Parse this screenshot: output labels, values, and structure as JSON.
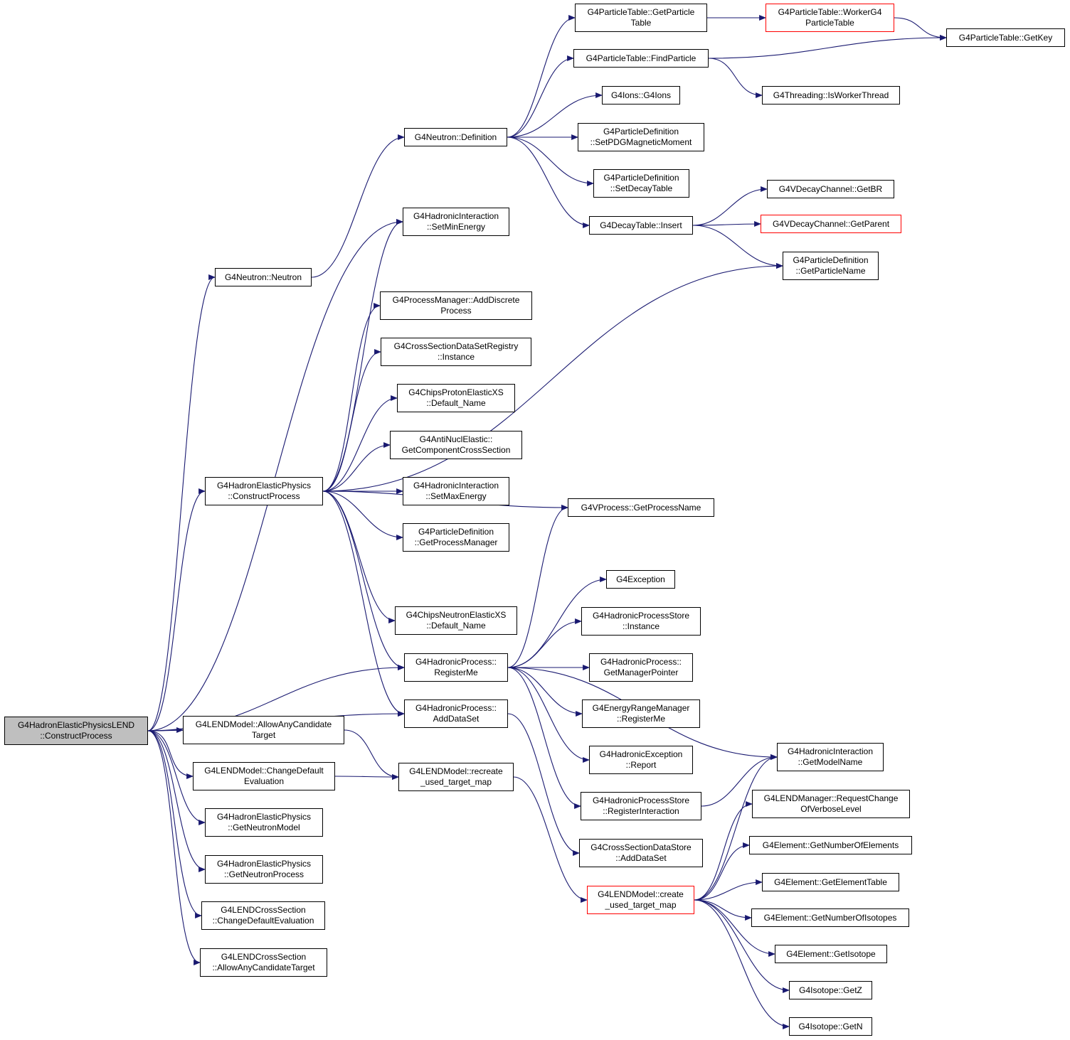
{
  "colors": {
    "edge": "#191970",
    "border": "#000000",
    "truncated": "#ff0000",
    "root_fill": "#bfbfbf"
  },
  "nodes": [
    {
      "id": "root",
      "lines": [
        "G4HadronElasticPhysicsLEND",
        "::ConstructProcess"
      ],
      "style": "root"
    },
    {
      "id": "neutron-ctor",
      "lines": [
        "G4Neutron::Neutron"
      ]
    },
    {
      "id": "neutron-def",
      "lines": [
        "G4Neutron::Definition"
      ]
    },
    {
      "id": "pt-getparticletable",
      "lines": [
        "G4ParticleTable::GetParticle",
        "Table"
      ]
    },
    {
      "id": "pt-workerg4",
      "lines": [
        "G4ParticleTable::WorkerG4",
        "ParticleTable"
      ],
      "style": "red"
    },
    {
      "id": "pt-getkey",
      "lines": [
        "G4ParticleTable::GetKey"
      ]
    },
    {
      "id": "pt-findparticle",
      "lines": [
        "G4ParticleTable::FindParticle"
      ]
    },
    {
      "id": "threading-isworker",
      "lines": [
        "G4Threading::IsWorkerThread"
      ]
    },
    {
      "id": "ions-ctor",
      "lines": [
        "G4Ions::G4Ions"
      ]
    },
    {
      "id": "pd-setmagmoment",
      "lines": [
        "G4ParticleDefinition",
        "::SetPDGMagneticMoment"
      ]
    },
    {
      "id": "pd-setdecaytable",
      "lines": [
        "G4ParticleDefinition",
        "::SetDecayTable"
      ]
    },
    {
      "id": "decaytable-insert",
      "lines": [
        "G4DecayTable::Insert"
      ]
    },
    {
      "id": "vdc-getbr",
      "lines": [
        "G4VDecayChannel::GetBR"
      ]
    },
    {
      "id": "vdc-getparent",
      "lines": [
        "G4VDecayChannel::GetParent"
      ],
      "style": "red"
    },
    {
      "id": "pd-getparticlename",
      "lines": [
        "G4ParticleDefinition",
        "::GetParticleName"
      ]
    },
    {
      "id": "hi-setminenergy",
      "lines": [
        "G4HadronicInteraction",
        "::SetMinEnergy"
      ]
    },
    {
      "id": "pm-adddiscrete",
      "lines": [
        "G4ProcessManager::AddDiscrete",
        "Process"
      ]
    },
    {
      "id": "csdsr-instance",
      "lines": [
        "G4CrossSectionDataSetRegistry",
        "::Instance"
      ]
    },
    {
      "id": "chips-proton",
      "lines": [
        "G4ChipsProtonElasticXS",
        "::Default_Name"
      ]
    },
    {
      "id": "antinucl",
      "lines": [
        "G4AntiNuclElastic::",
        "GetComponentCrossSection"
      ]
    },
    {
      "id": "hep-construct",
      "lines": [
        "G4HadronElasticPhysics",
        "::ConstructProcess"
      ]
    },
    {
      "id": "hi-setmaxenergy",
      "lines": [
        "G4HadronicInteraction",
        "::SetMaxEnergy"
      ]
    },
    {
      "id": "pd-getprocessmanager",
      "lines": [
        "G4ParticleDefinition",
        "::GetProcessManager"
      ]
    },
    {
      "id": "vp-getprocessname",
      "lines": [
        "G4VProcess::GetProcessName"
      ]
    },
    {
      "id": "exception",
      "lines": [
        "G4Exception"
      ]
    },
    {
      "id": "chips-neutron",
      "lines": [
        "G4ChipsNeutronElasticXS",
        "::Default_Name"
      ]
    },
    {
      "id": "hps-instance",
      "lines": [
        "G4HadronicProcessStore",
        "::Instance"
      ]
    },
    {
      "id": "hp-registerme",
      "lines": [
        "G4HadronicProcess::",
        "RegisterMe"
      ]
    },
    {
      "id": "hp-getmanager",
      "lines": [
        "G4HadronicProcess::",
        "GetManagerPointer"
      ]
    },
    {
      "id": "hp-adddataset",
      "lines": [
        "G4HadronicProcess::",
        "AddDataSet"
      ]
    },
    {
      "id": "erm-registerme",
      "lines": [
        "G4EnergyRangeManager",
        "::RegisterMe"
      ]
    },
    {
      "id": "lendmodel-allowany",
      "lines": [
        "G4LENDModel::AllowAnyCandidate",
        "Target"
      ]
    },
    {
      "id": "hi-getmodelname",
      "lines": [
        "G4HadronicInteraction",
        "::GetModelName"
      ]
    },
    {
      "id": "hexc-report",
      "lines": [
        "G4HadronicException",
        "::Report"
      ]
    },
    {
      "id": "lendmodel-changedefault",
      "lines": [
        "G4LENDModel::ChangeDefault",
        "Evaluation"
      ]
    },
    {
      "id": "lendmodel-recreate",
      "lines": [
        "G4LENDModel::recreate",
        "_used_target_map"
      ]
    },
    {
      "id": "hps-registerinteraction",
      "lines": [
        "G4HadronicProcessStore",
        "::RegisterInteraction"
      ]
    },
    {
      "id": "lendmanager-request",
      "lines": [
        "G4LENDManager::RequestChange",
        "OfVerboseLevel"
      ]
    },
    {
      "id": "hep-getneutronmodel",
      "lines": [
        "G4HadronElasticPhysics",
        "::GetNeutronModel"
      ]
    },
    {
      "id": "csds-adddataset",
      "lines": [
        "G4CrossSectionDataStore",
        "::AddDataSet"
      ]
    },
    {
      "id": "element-getnumelements",
      "lines": [
        "G4Element::GetNumberOfElements"
      ]
    },
    {
      "id": "hep-getneutronprocess",
      "lines": [
        "G4HadronElasticPhysics",
        "::GetNeutronProcess"
      ]
    },
    {
      "id": "element-gettable",
      "lines": [
        "G4Element::GetElementTable"
      ]
    },
    {
      "id": "lendmodel-create",
      "lines": [
        "G4LENDModel::create",
        "_used_target_map"
      ],
      "style": "red"
    },
    {
      "id": "lendcs-changedefault",
      "lines": [
        "G4LENDCrossSection",
        "::ChangeDefaultEvaluation"
      ]
    },
    {
      "id": "element-getnumisotopes",
      "lines": [
        "G4Element::GetNumberOfIsotopes"
      ]
    },
    {
      "id": "element-getisotope",
      "lines": [
        "G4Element::GetIsotope"
      ]
    },
    {
      "id": "lendcs-allowany",
      "lines": [
        "G4LENDCrossSection",
        "::AllowAnyCandidateTarget"
      ]
    },
    {
      "id": "isotope-getz",
      "lines": [
        "G4Isotope::GetZ"
      ]
    },
    {
      "id": "isotope-getn",
      "lines": [
        "G4Isotope::GetN"
      ]
    }
  ],
  "edges": [
    [
      "root",
      "neutron-ctor"
    ],
    [
      "root",
      "hi-setminenergy"
    ],
    [
      "root",
      "hep-construct"
    ],
    [
      "root",
      "hp-registerme"
    ],
    [
      "root",
      "hp-adddataset"
    ],
    [
      "root",
      "lendmodel-allowany"
    ],
    [
      "root",
      "lendmodel-changedefault"
    ],
    [
      "root",
      "hep-getneutronmodel"
    ],
    [
      "root",
      "hep-getneutronprocess"
    ],
    [
      "root",
      "lendcs-changedefault"
    ],
    [
      "root",
      "lendcs-allowany"
    ],
    [
      "neutron-ctor",
      "neutron-def"
    ],
    [
      "neutron-def",
      "pt-getparticletable"
    ],
    [
      "neutron-def",
      "pt-findparticle"
    ],
    [
      "neutron-def",
      "ions-ctor"
    ],
    [
      "neutron-def",
      "pd-setmagmoment"
    ],
    [
      "neutron-def",
      "pd-setdecaytable"
    ],
    [
      "neutron-def",
      "decaytable-insert"
    ],
    [
      "pt-getparticletable",
      "pt-workerg4"
    ],
    [
      "pt-workerg4",
      "pt-getkey"
    ],
    [
      "pt-findparticle",
      "pt-getkey"
    ],
    [
      "pt-findparticle",
      "threading-isworker"
    ],
    [
      "decaytable-insert",
      "vdc-getbr"
    ],
    [
      "decaytable-insert",
      "vdc-getparent"
    ],
    [
      "decaytable-insert",
      "pd-getparticlename"
    ],
    [
      "hep-construct",
      "hi-setminenergy"
    ],
    [
      "hep-construct",
      "pd-getparticlename"
    ],
    [
      "hep-construct",
      "pm-adddiscrete"
    ],
    [
      "hep-construct",
      "csdsr-instance"
    ],
    [
      "hep-construct",
      "chips-proton"
    ],
    [
      "hep-construct",
      "antinucl"
    ],
    [
      "hep-construct",
      "hi-setmaxenergy"
    ],
    [
      "hep-construct",
      "pd-getprocessmanager"
    ],
    [
      "hep-construct",
      "vp-getprocessname"
    ],
    [
      "hep-construct",
      "chips-neutron"
    ],
    [
      "hep-construct",
      "hp-registerme"
    ],
    [
      "hep-construct",
      "hp-adddataset"
    ],
    [
      "hp-registerme",
      "vp-getprocessname"
    ],
    [
      "hp-registerme",
      "exception"
    ],
    [
      "hp-registerme",
      "hps-instance"
    ],
    [
      "hp-registerme",
      "hp-getmanager"
    ],
    [
      "hp-registerme",
      "erm-registerme"
    ],
    [
      "hp-registerme",
      "hexc-report"
    ],
    [
      "hp-registerme",
      "hps-registerinteraction"
    ],
    [
      "hp-registerme",
      "hi-getmodelname"
    ],
    [
      "hps-registerinteraction",
      "hi-getmodelname"
    ],
    [
      "hp-adddataset",
      "csds-adddataset"
    ],
    [
      "lendmodel-allowany",
      "lendmodel-recreate"
    ],
    [
      "lendmodel-changedefault",
      "lendmodel-recreate"
    ],
    [
      "lendmodel-recreate",
      "lendmodel-create"
    ],
    [
      "lendmodel-create",
      "hi-getmodelname"
    ],
    [
      "lendmodel-create",
      "lendmanager-request"
    ],
    [
      "lendmodel-create",
      "element-getnumelements"
    ],
    [
      "lendmodel-create",
      "element-gettable"
    ],
    [
      "lendmodel-create",
      "element-getnumisotopes"
    ],
    [
      "lendmodel-create",
      "element-getisotope"
    ],
    [
      "lendmodel-create",
      "isotope-getz"
    ],
    [
      "lendmodel-create",
      "isotope-getn"
    ]
  ]
}
